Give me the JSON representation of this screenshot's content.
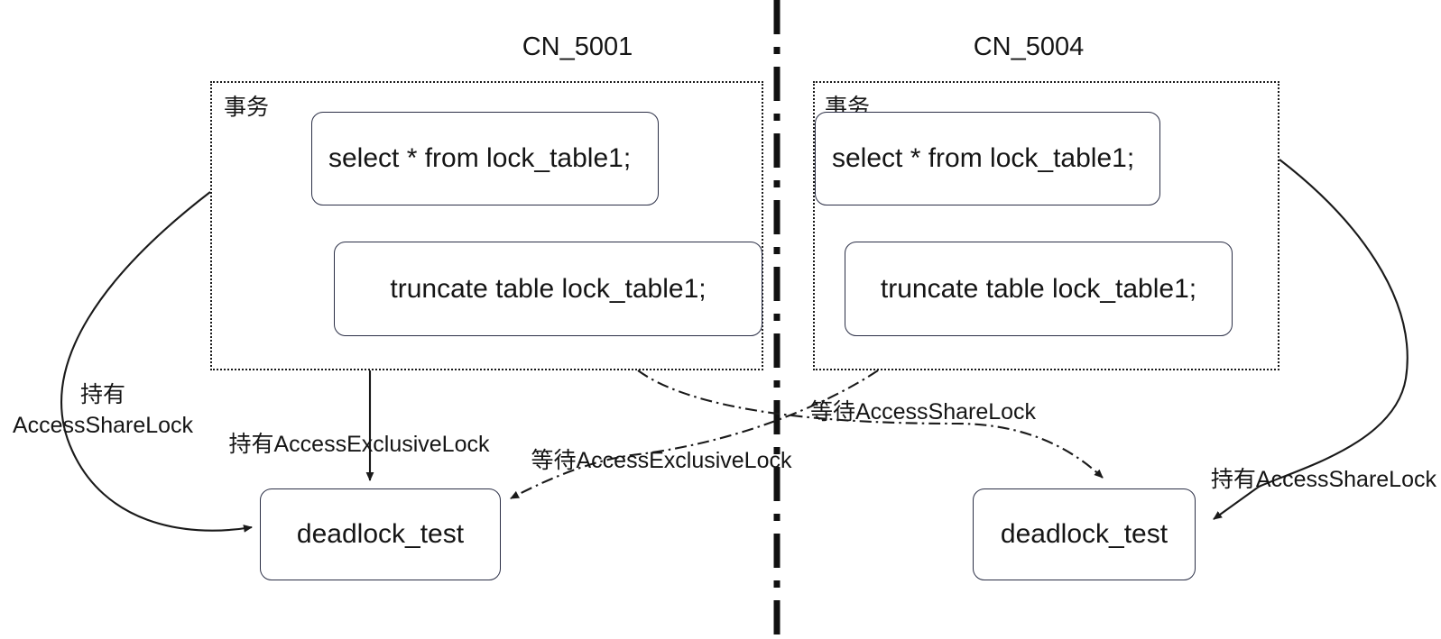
{
  "diagram": {
    "title_hidden": "",
    "nodes": {
      "left": {
        "cn_label": "CN_5001",
        "txn_label": "事务",
        "statements": [
          "select * from lock_table1;",
          "truncate table lock_table1;"
        ],
        "table_name": "deadlock_test"
      },
      "right": {
        "cn_label": "CN_5004",
        "txn_label": "事务",
        "statements": [
          "select * from lock_table1;",
          "truncate table lock_table1;"
        ],
        "table_name": "deadlock_test"
      }
    },
    "edges": {
      "left_hold_share_line1": "持有",
      "left_hold_share_line2": "AccessShareLock",
      "left_hold_exclusive": "持有AccessExclusiveLock",
      "left_wait_exclusive": "等待AccessExclusiveLock",
      "right_wait_share": "等待AccessShareLock",
      "right_hold_share": "持有AccessShareLock"
    },
    "divider": {
      "style": "dash-dot-vertical"
    },
    "colors": {
      "stroke": "#1a1a1a",
      "box_border": "#2b2f46",
      "text": "#151515",
      "background": "#ffffff"
    }
  }
}
